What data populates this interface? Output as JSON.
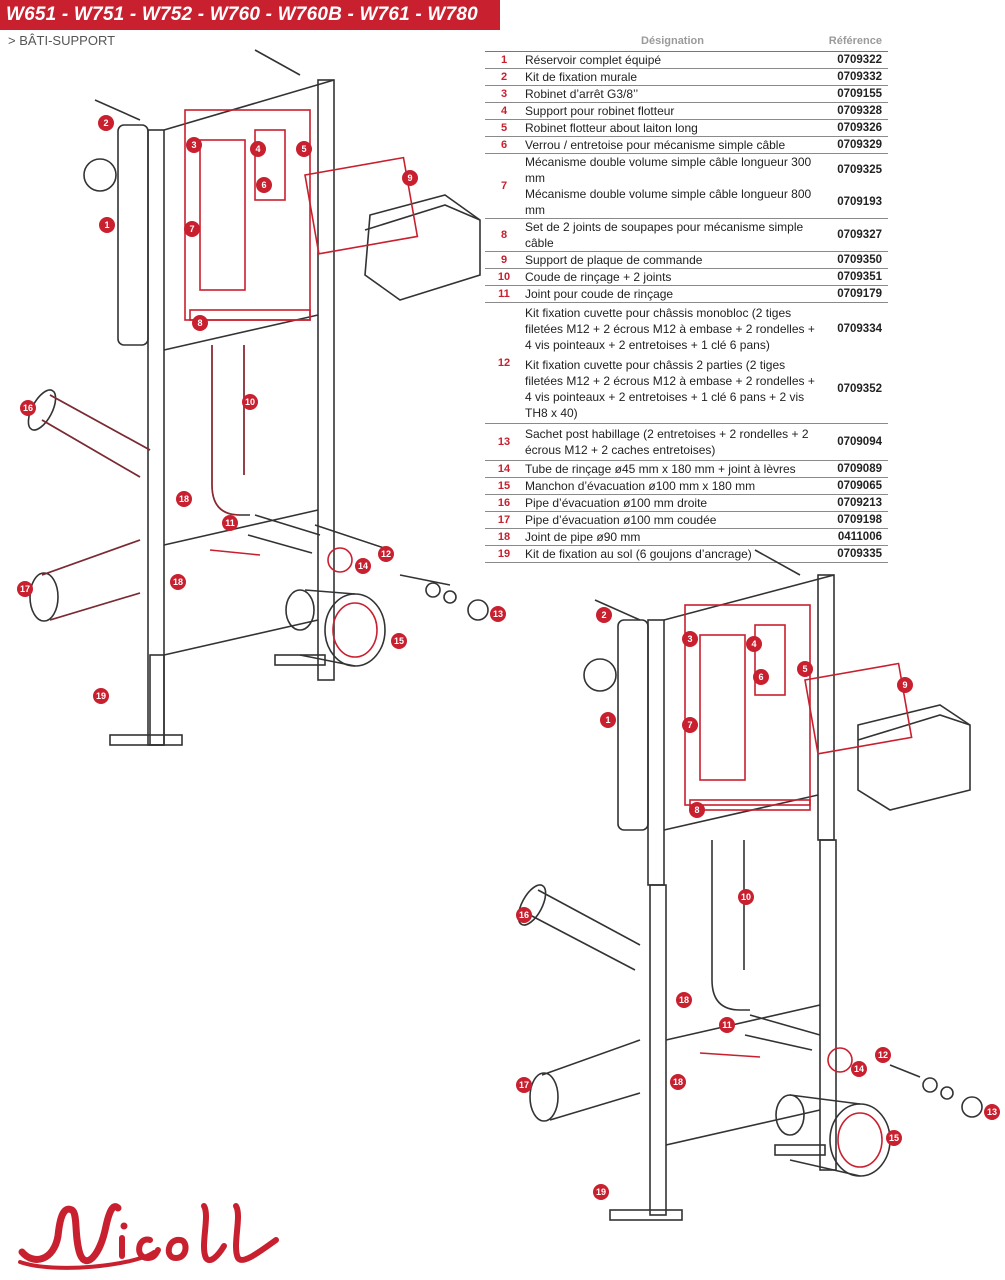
{
  "header": {
    "title": "W651 - W751 - W752 - W760 - W760B - W761 - W780",
    "subtitle": "> BÂTI-SUPPORT"
  },
  "table": {
    "col_designation": "Désignation",
    "col_reference": "Référence",
    "rows": [
      {
        "n": "1",
        "lines": [
          "Réservoir complet équipé"
        ],
        "refs": [
          "0709322"
        ]
      },
      {
        "n": "2",
        "lines": [
          "Kit de fixation murale"
        ],
        "refs": [
          "0709332"
        ]
      },
      {
        "n": "3",
        "lines": [
          "Robinet d’arrêt G3/8’’"
        ],
        "refs": [
          "0709155"
        ]
      },
      {
        "n": "4",
        "lines": [
          "Support pour robinet flotteur"
        ],
        "refs": [
          "0709328"
        ]
      },
      {
        "n": "5",
        "lines": [
          "Robinet flotteur about laiton long"
        ],
        "refs": [
          "0709326"
        ]
      },
      {
        "n": "6",
        "lines": [
          "Verrou / entretoise pour mécanisme simple câble"
        ],
        "refs": [
          "0709329"
        ]
      },
      {
        "n": "7",
        "lines": [
          "Mécanisme double volume simple câble longueur 300 mm",
          "Mécanisme double volume simple câble longueur 800 mm"
        ],
        "refs": [
          "0709325",
          "0709193"
        ]
      },
      {
        "n": "8",
        "lines": [
          "Set de 2 joints de soupapes pour mécanisme simple câble"
        ],
        "refs": [
          "0709327"
        ]
      },
      {
        "n": "9",
        "lines": [
          "Support de plaque de commande"
        ],
        "refs": [
          "0709350"
        ]
      },
      {
        "n": "10",
        "lines": [
          "Coude de rinçage + 2 joints"
        ],
        "refs": [
          "0709351"
        ]
      },
      {
        "n": "11",
        "lines": [
          "Joint pour coude de rinçage"
        ],
        "refs": [
          "0709179"
        ]
      },
      {
        "n": "12",
        "lines": [
          "Kit fixation cuvette pour châssis monobloc (2 tiges filetées M12 + 2 écrous M12 à embase + 2 rondelles + 4 vis pointeaux + 2 entretoises + 1 clé 6 pans)",
          "Kit fixation cuvette pour châssis 2 parties (2 tiges filetées M12 + 2 écrous M12 à embase + 2 rondelles + 4 vis pointeaux + 2 entretoises + 1 clé 6 pans + 2 vis TH8 x 40)"
        ],
        "refs": [
          "0709334",
          "0709352"
        ]
      },
      {
        "n": "13",
        "lines": [
          "Sachet post habillage (2 entretoises + 2 rondelles + 2 écrous M12 + 2 caches entretoises)"
        ],
        "refs": [
          "0709094"
        ]
      },
      {
        "n": "14",
        "lines": [
          "Tube de rinçage ø45 mm x 180 mm + joint à lèvres"
        ],
        "refs": [
          "0709089"
        ]
      },
      {
        "n": "15",
        "lines": [
          "Manchon d’évacuation ø100 mm x 180 mm"
        ],
        "refs": [
          "0709065"
        ]
      },
      {
        "n": "16",
        "lines": [
          "Pipe d’évacuation ø100 mm droite"
        ],
        "refs": [
          "0709213"
        ]
      },
      {
        "n": "17",
        "lines": [
          "Pipe d’évacuation ø100 mm coudée"
        ],
        "refs": [
          "0709198"
        ]
      },
      {
        "n": "18",
        "lines": [
          "Joint de pipe ø90 mm"
        ],
        "refs": [
          "0411006"
        ]
      },
      {
        "n": "19",
        "lines": [
          "Kit de fixation au sol (6 goujons d’ancrage)"
        ],
        "refs": [
          "0709335"
        ]
      }
    ]
  },
  "diagram_labels": [
    "1",
    "2",
    "3",
    "4",
    "5",
    "6",
    "7",
    "8",
    "9",
    "10",
    "11",
    "12",
    "13",
    "14",
    "15",
    "16",
    "17",
    "18",
    "18",
    "19"
  ],
  "logo_text": "Nicoll",
  "colors": {
    "accent": "#c8202f",
    "line": "#333333"
  }
}
